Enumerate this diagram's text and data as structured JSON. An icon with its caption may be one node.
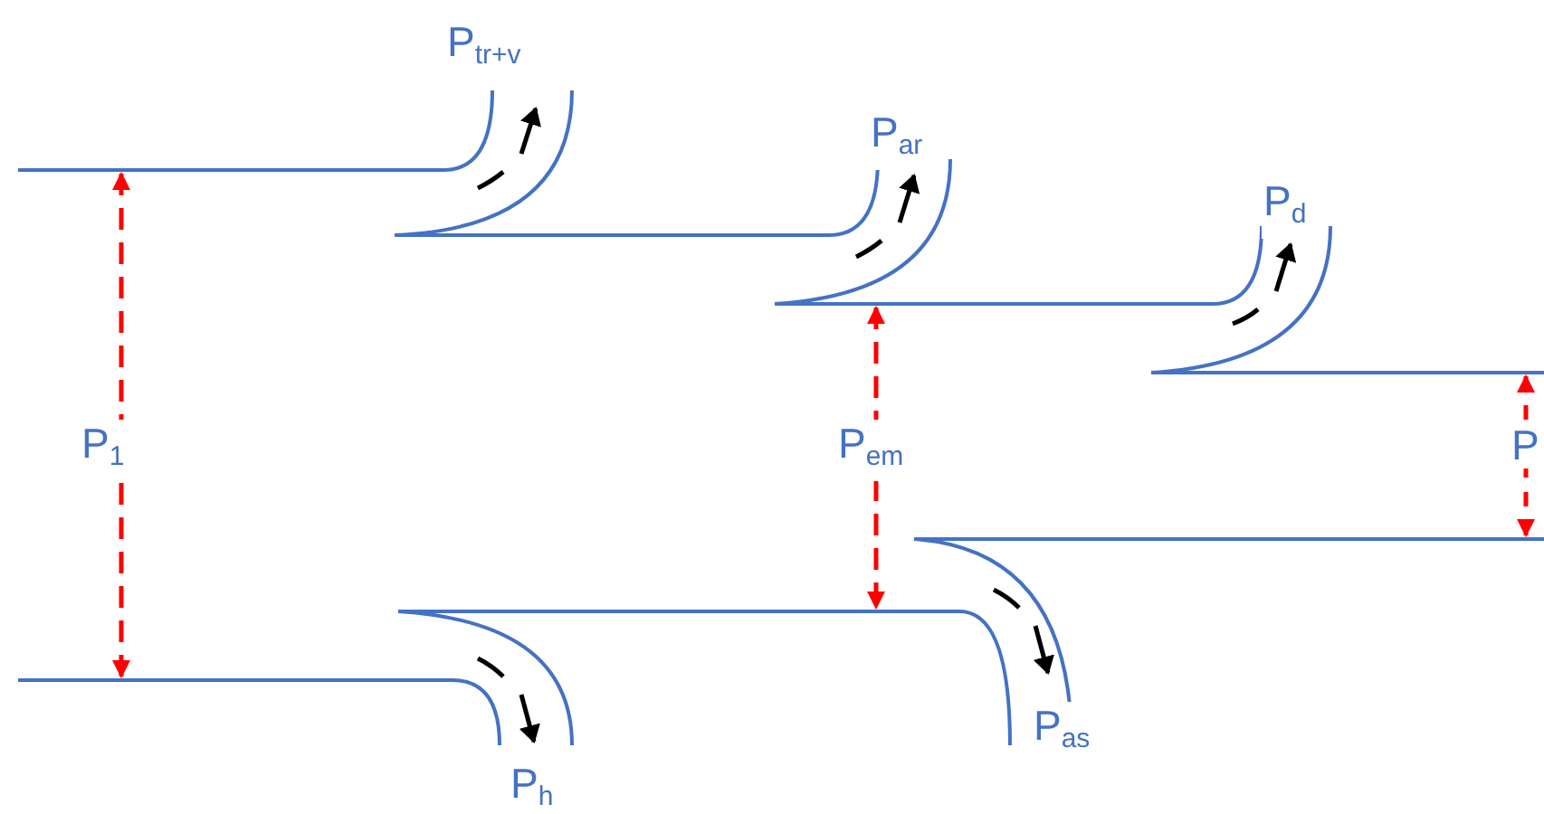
{
  "diagram": {
    "labels": [
      "P$_{tr+v}$",
      "P$_{ar}$",
      "P$_{d}$",
      "P$_{1}$",
      "P$_{em}$",
      "P",
      "P$_{as}$",
      "P$_{h}$"
    ]
  }
}
